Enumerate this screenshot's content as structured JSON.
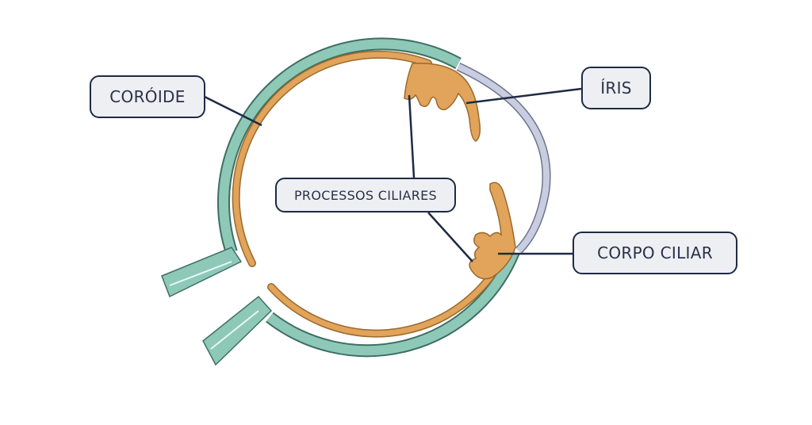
{
  "diagram": {
    "subject": "eye-uvea-cross-section",
    "labels": {
      "coroide": "CORÓIDE",
      "iris": "ÍRIS",
      "processos_ciliares": "PROCESSOS CILIARES",
      "corpo_ciliar": "CORPO CILIAR"
    },
    "colors": {
      "sclera": "#8ec9b8",
      "sclera_outline": "#3f6e62",
      "cornea": "#c9cde0",
      "cornea_outline": "#6e7490",
      "uvea": "#e2a35b",
      "uvea_outline": "#9a6a2c",
      "leader_line": "#1f2a44",
      "label_fill": "#eeeff3"
    }
  }
}
